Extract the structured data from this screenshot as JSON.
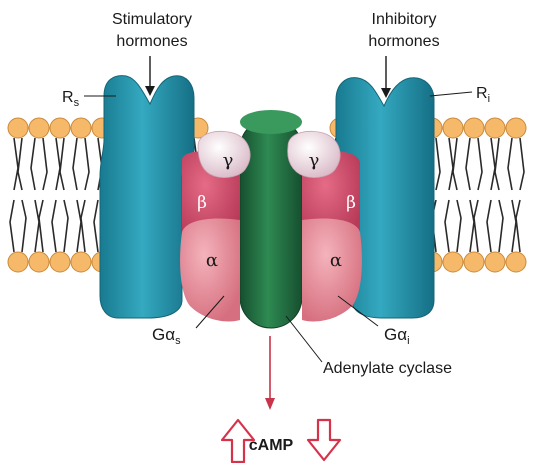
{
  "labels": {
    "stimulatory_line1": "Stimulatory",
    "stimulatory_line2": "hormones",
    "inhibitory_line1": "Inhibitory",
    "inhibitory_line2": "hormones",
    "rs_main": "R",
    "rs_sub": "s",
    "ri_main": "R",
    "ri_sub": "i",
    "gas_main": "Gα",
    "gas_sub": "s",
    "gai_main": "Gα",
    "gai_sub": "i",
    "adenylate": "Adenylate cyclase",
    "camp": "cAMP"
  },
  "subunits": {
    "gamma": "γ",
    "beta": "β",
    "alpha": "α"
  },
  "colors": {
    "receptor": "#1f8fa6",
    "adenylate_cyclase": "#1f6b3f",
    "beta_subunit": "#d2506e",
    "alpha_subunit": "#e7909c",
    "gamma_subunit": "#efdde4",
    "lipid_head": "#f6b96a",
    "camp_arrow": "#d6334a"
  }
}
